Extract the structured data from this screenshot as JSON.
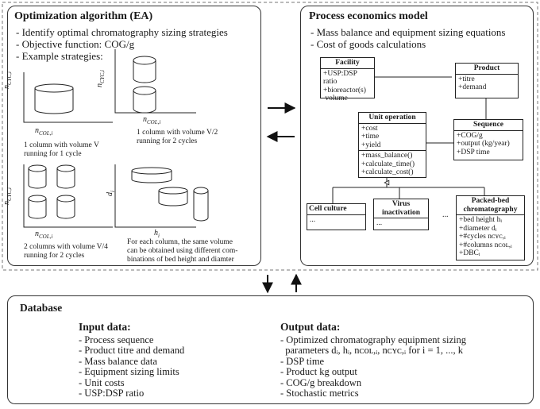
{
  "ea": {
    "title": "Optimization algorithm (EA)",
    "bullets": [
      "- Identify optimal chromatography sizing strategies",
      "- Objective function: COG/g",
      "- Example strategies:"
    ],
    "axis_cyc": "n",
    "axis_cyc_sub": "CYC,i",
    "axis_col": "n",
    "axis_col_sub": "COL,i",
    "axis_d": "d",
    "axis_d_sub": "i",
    "axis_h": "h",
    "axis_h_sub": "i",
    "cap1": [
      "1 column with volume V",
      "running for 1 cycle"
    ],
    "cap2": [
      "1 column with volume V/2",
      "running for 2 cycles"
    ],
    "cap3": [
      "2 columns with volume V/4",
      "running for 2 cycles"
    ],
    "cap4": [
      "For each column, the same volume",
      "can be obtained using different com-",
      "binations of bed height and diamter"
    ]
  },
  "pem": {
    "title": "Process economics model",
    "bullets": [
      "- Mass balance and equipment sizing equations",
      "- Cost of goods calculations"
    ],
    "facility": {
      "name": "Facility",
      "attrs": [
        "+USP:DSP ratio",
        "+bioreactor(s)",
        " volume"
      ]
    },
    "product": {
      "name": "Product",
      "attrs": [
        "+titre",
        "+demand"
      ]
    },
    "unit_op": {
      "name": "Unit operation",
      "attrs": [
        "+cost",
        "+time",
        "+yield"
      ],
      "methods": [
        "+mass_balance()",
        "+calculate_time()",
        "+calculate_cost()"
      ]
    },
    "sequence": {
      "name": "Sequence",
      "attrs": [
        "+COG/g",
        "+output (kg/year)",
        "+DSP time"
      ]
    },
    "cell_culture": {
      "name": "Cell culture",
      "attrs": [
        "..."
      ]
    },
    "virus": {
      "name": "Virus inactivation",
      "attrs": [
        "..."
      ]
    },
    "ellipsis": "...",
    "packed_bed": {
      "name": "Packed-bed chromatography",
      "attrs": [
        "+bed height hᵢ",
        "+diameter dᵢ",
        "+#cycles nᴄʏᴄ,ᵢ",
        "+#columns nᴄᴏʟ,ᵢ",
        "+DBCᵢ"
      ]
    }
  },
  "db": {
    "title": "Database",
    "input_title": "Input data:",
    "input_items": [
      "- Process sequence",
      "- Product titre and demand",
      "- Mass balance data",
      "- Equipment sizing limits",
      "- Unit costs",
      "- USP:DSP ratio"
    ],
    "output_title": "Output data:",
    "output_items": [
      "- Optimized chromatography equipment sizing",
      "  parameters dᵢ, hᵢ, nᴄᴏʟ,ᵢ, nᴄʏᴄ,ᵢ for i = 1, ..., k",
      "- DSP time",
      "- Product kg output",
      "- COG/g breakdown",
      "- Stochastic metrics"
    ]
  }
}
